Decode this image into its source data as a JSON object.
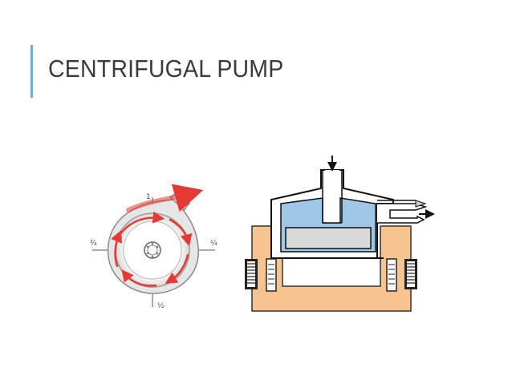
{
  "slide": {
    "title": "CENTRIFUGAL PUMP"
  },
  "left_diagram": {
    "labels": {
      "top": "1",
      "right": "¼",
      "bottom": "½",
      "left": "¾"
    }
  },
  "colors": {
    "accent_bar": "#6fb0cf",
    "casing": "#f7c48f",
    "fluid": "#9fc8e8",
    "flow_arrows": "#e53935"
  }
}
